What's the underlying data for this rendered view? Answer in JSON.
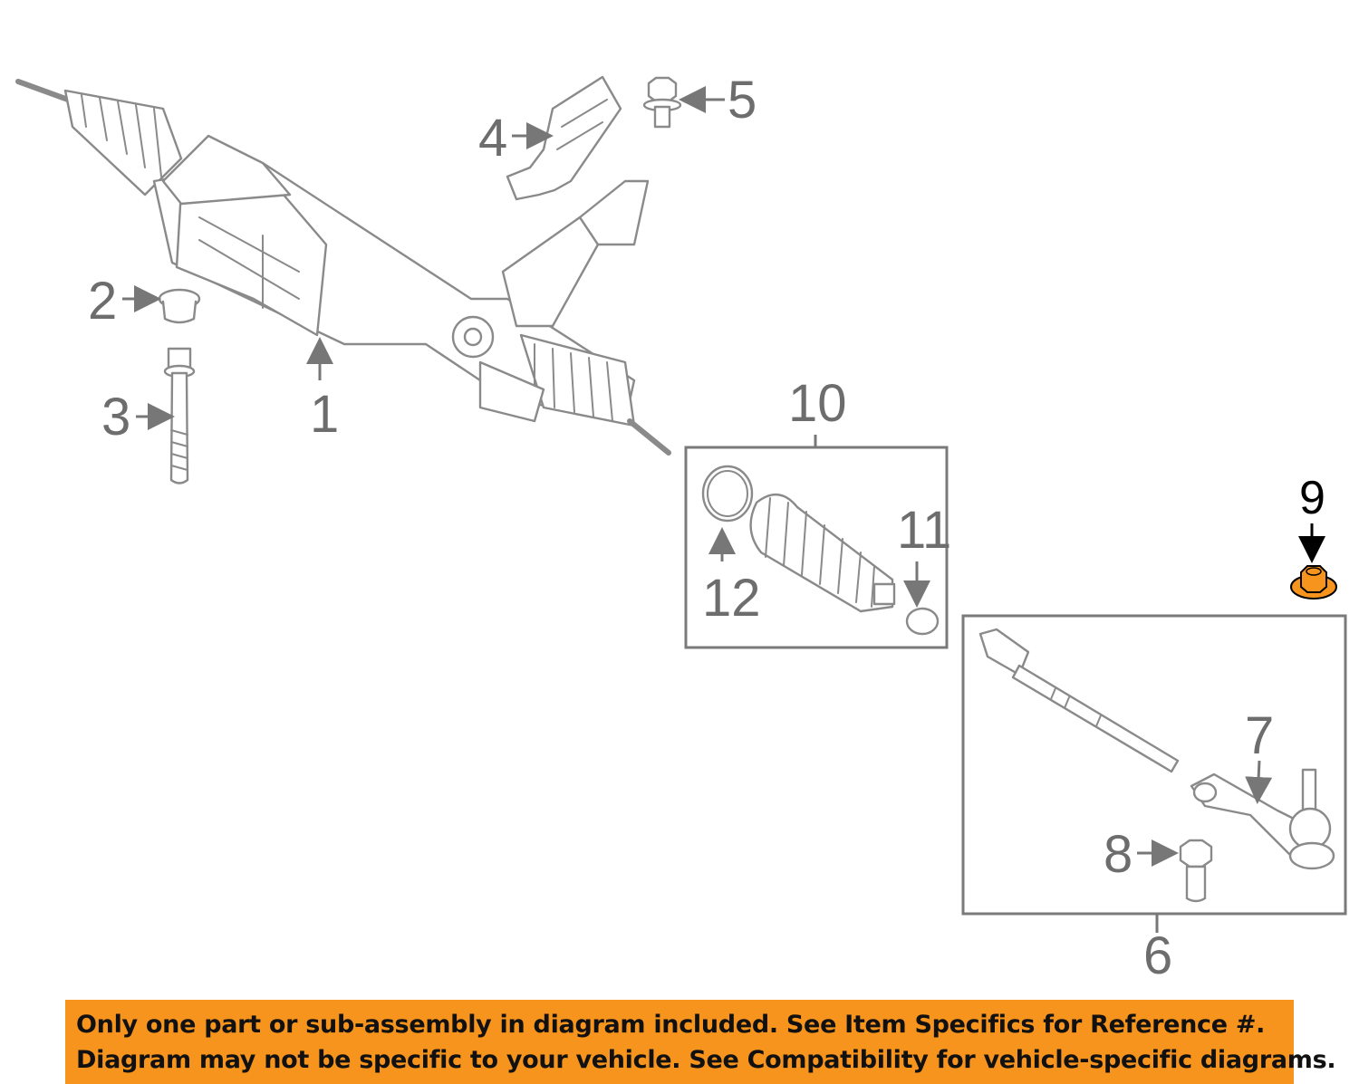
{
  "callouts": {
    "c1": "1",
    "c2": "2",
    "c3": "3",
    "c4": "4",
    "c5": "5",
    "c6": "6",
    "c7": "7",
    "c8": "8",
    "c9": "9",
    "c10": "10",
    "c11": "11",
    "c12": "12"
  },
  "highlight": {
    "part": "9",
    "color": "#f7941d"
  },
  "notice": {
    "line1": "Only one part or sub-assembly in diagram included. See Item Specifics for Reference #.",
    "line2": "Diagram may not be specific to your vehicle. See Compatibility for vehicle-specific diagrams.",
    "background": "#f7941d"
  }
}
